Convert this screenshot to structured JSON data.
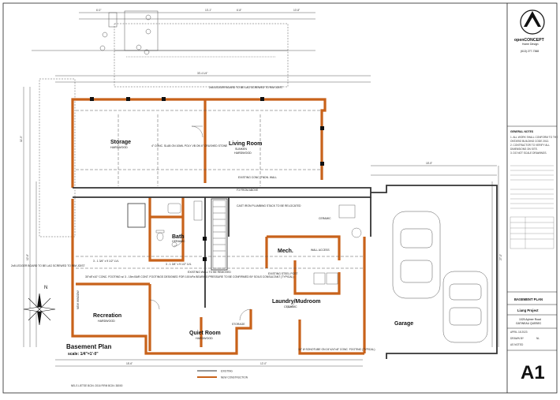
{
  "rooms": {
    "storage": {
      "name": "Storage",
      "finish": "HARDWOOD"
    },
    "living": {
      "name": "Living Room",
      "sub": "SUNKEN",
      "finish": "HARDWOOD"
    },
    "bath": {
      "name": "Bath",
      "finish": "CERAMIC"
    },
    "mech": {
      "name": "Mech."
    },
    "laundry": {
      "name": "Laundry/Mudroom",
      "finish": "CERAMIC"
    },
    "recreation": {
      "name": "Recreation",
      "finish": "HARDWOOD"
    },
    "quiet": {
      "name": "Quiet Room",
      "finish": "HARDWOOD"
    },
    "garage": {
      "name": "Garage"
    }
  },
  "notes": {
    "slab": "4\" CONC. SLAB ON 10MIL POLY VB ON 6\" CRUSHED STONE",
    "ledger_top": "2x8 LEDGER BOARD TO BE LAG SCREWED TO RIM JOIST",
    "ledger_left": "2x8 LEDGER BOARD TO BE LAG SCREWED TO RIM JOIST",
    "existing_wall": "EXISTING CONC. FNDN. WALL",
    "cast_iron": "CAST IRON PLUMBING STACK TO BE RELOCATED",
    "footing": "30\"x8\"x10\" CONC. FOOTING w/ 3 - 15m BAR CONT. FOOTINGS DESIGNED FOR 100 kPa BEARING PRESSURE TO BE CONFIRMED BY SOILS CONSULTANT (TYPICAL)",
    "pier": "16\" Ø SONOTUBE ON 24\"x24\"x8\" CONC. FOOTING (TYPICAL)",
    "beam1": "3 - 1 3/4\" x 9 1/2\" LVL",
    "beam2": "3 - 1 3/4\" x 9 1/2\" LVL",
    "from_above": "F3 FROM ABOVE",
    "existing_wall2": "EXISTING WALL TO BE REMOVED",
    "wall_access": "WALL ACCESS",
    "existing_steel": "EXISTING STEEL POST",
    "ceramic": "CERAMIC",
    "new_window": "NEW WINDOW",
    "storage_lbl": "STORAGE"
  },
  "dims": {
    "top_a": "6'-0\"",
    "top_b": "13'-1\"",
    "top_c": "6'-8\"",
    "top_d": "10'-8\"",
    "mid_a": "33'-4 1/4\"",
    "right_a": "18'-5\"",
    "right_b": "27'-0\"",
    "left_a": "11'-9\"",
    "left_b": "12'-6\"",
    "bot_a": "18'-6\"",
    "bot_b": "12'-0\""
  },
  "labels": {
    "title": "Basement Plan",
    "scale": "scale: 1/4\"=1'-0\"",
    "north": "N",
    "legend_existing": "EXISTING",
    "legend_new": "NEW CONSTRUCTION",
    "footer_left": "NELS LIETSE  BCIN: 2016    FIRM BCIN: 38000"
  },
  "titleblock": {
    "company": "openCONCEPT",
    "company_sub": "Home Design",
    "phone": "(613) 277-7368",
    "general_notes": "GENERAL NOTES",
    "notes_text": [
      "1. ALL WORK SHALL CONFORM TO THE",
      "ONTARIO BUILDING CODE 2012.",
      "2. CONTRACTOR TO VERIFY ALL",
      "DIMENSIONS ON SITE.",
      "3. DO NOT SCALE DRAWINGS."
    ],
    "sheet_title": "BASEMENT PLAN",
    "project": "Liang Project",
    "address_line1": "1025 Aylmer Road",
    "address_line2": "GATINEAU QUEBEC",
    "sheet_number": "A1",
    "date_label": "APRIL 18 2023",
    "drawn_by": "DRAWN BY",
    "drawn_val": "NL",
    "scale_box": "AS NOTED"
  },
  "colors": {
    "new_construction": "#c8621a",
    "existing": "#444444",
    "line": "#222222"
  }
}
